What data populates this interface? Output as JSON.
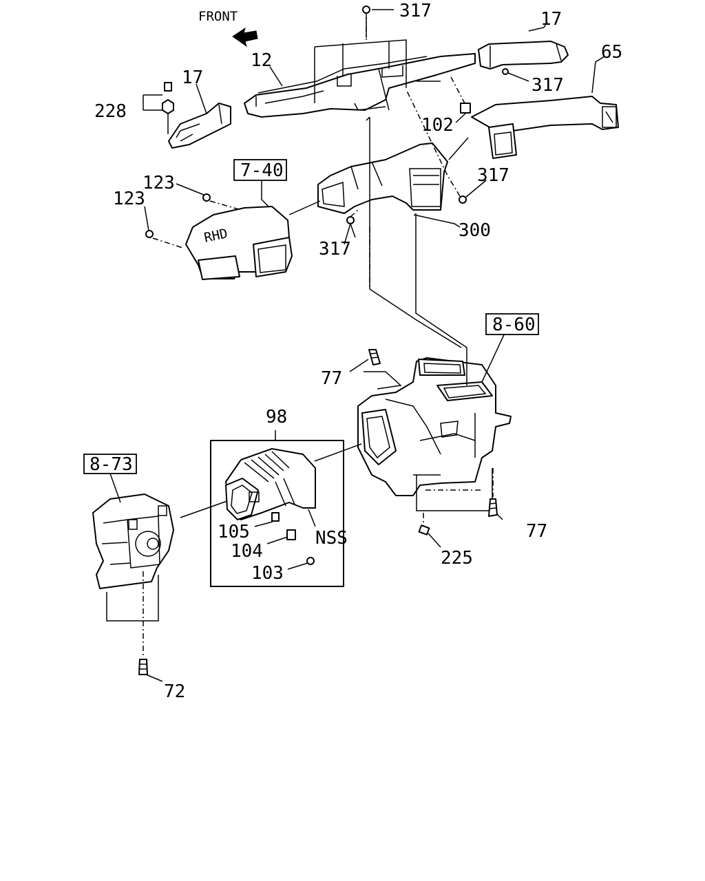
{
  "front_label": "FRONT",
  "refs": {
    "r740": "7-40",
    "r860": "8-60",
    "r873": "8-73"
  },
  "rhd_text": "RHD",
  "callouts": {
    "c317_top": "317",
    "c17_right": "17",
    "c65": "65",
    "c12": "12",
    "c317_right": "317",
    "c17_left": "17",
    "c228": "228",
    "c102": "102",
    "c123_upper": "123",
    "c317_mid": "317",
    "c123_lower": "123",
    "c300": "300",
    "c317_low": "317",
    "c77_left": "77",
    "c98": "98",
    "c77_right": "77",
    "c105": "105",
    "c104": "104",
    "c103": "103",
    "nss": "NSS",
    "c225": "225",
    "c72": "72"
  }
}
